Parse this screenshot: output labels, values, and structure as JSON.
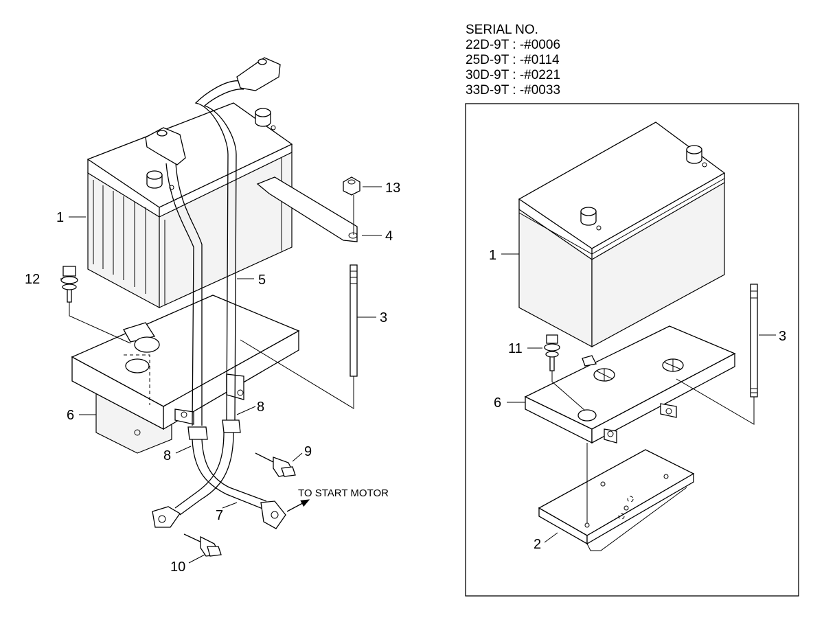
{
  "serial_block": {
    "heading": "SERIAL NO.",
    "lines": [
      "22D-9T : -#0006",
      "25D-9T : -#0114",
      "30D-9T : -#0221",
      "33D-9T : -#0033"
    ]
  },
  "left_callouts": {
    "c1": "1",
    "c12": "12",
    "c5": "5",
    "c13": "13",
    "c4": "4",
    "c3": "3",
    "c6": "6",
    "c8a": "8",
    "c8b": "8",
    "c9": "9",
    "c7": "7",
    "c10": "10"
  },
  "left_note": "TO START MOTOR",
  "right_callouts": {
    "c1": "1",
    "c11": "11",
    "c3": "3",
    "c6": "6",
    "c2": "2"
  }
}
